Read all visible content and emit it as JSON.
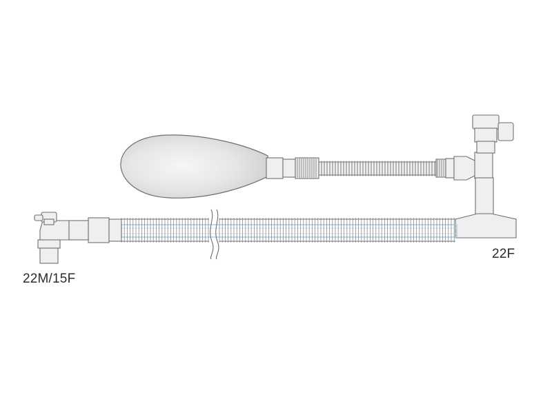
{
  "labels": {
    "left_connector": "22M/15F",
    "right_connector": "22F"
  },
  "colors": {
    "background": "#ffffff",
    "outline": "#6e6e6e",
    "part_fill": "#efefef",
    "bag_fill": "#e3e3e3",
    "inner_tube": "#a9d3e3",
    "label": "#2b2b2b"
  },
  "components": [
    "reservoir-bag",
    "bag-neck-connector",
    "upper-corrugated-hose",
    "upper-hose-cuff",
    "upper-elbow",
    "vertical-t-branch",
    "top-valve-cap",
    "lower-t-piece",
    "lower-corrugated-hose",
    "inner-coaxial-tube",
    "hose-break-mark",
    "left-cuff",
    "elbow-connector",
    "luer-sample-port"
  ]
}
